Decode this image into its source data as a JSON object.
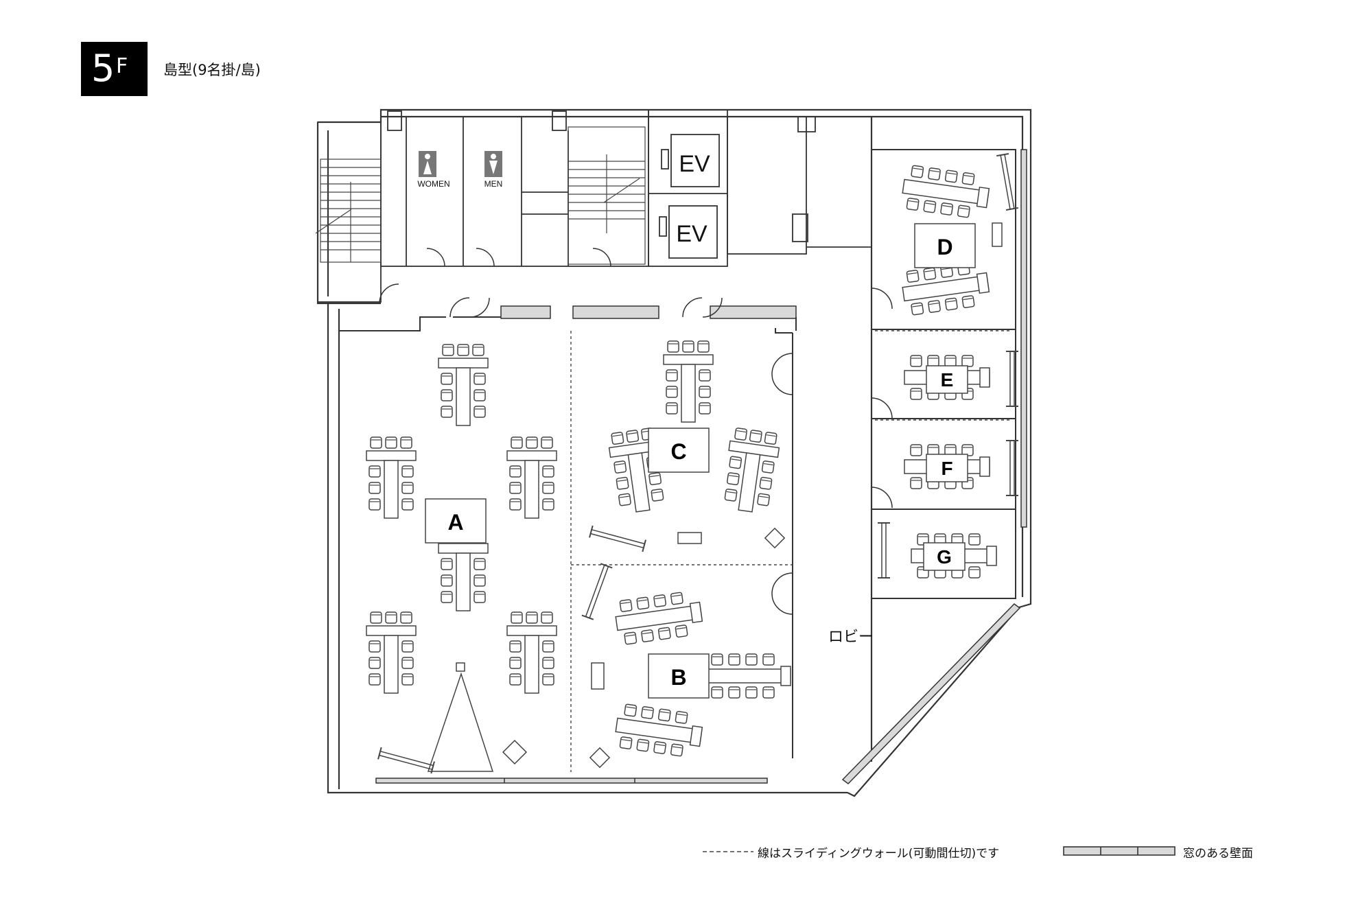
{
  "header": {
    "floor_number": "5",
    "floor_unit": "F",
    "layout_title": "島型(9名掛/島)"
  },
  "rooms": [
    "A",
    "B",
    "C",
    "D",
    "E",
    "F",
    "G"
  ],
  "lobby_label": "ロビー",
  "elevators": [
    "EV",
    "EV"
  ],
  "restrooms": {
    "women": "WOMEN",
    "men": "MEN"
  },
  "legend": {
    "sliding_wall": "線はスライディングウォール(可動間仕切)です",
    "window_wall": "窓のある壁面"
  },
  "icons": [
    "women-restroom-icon",
    "men-restroom-icon",
    "stairs-icon",
    "table-chairs-icon",
    "projector-screen-icon",
    "whiteboard-icon"
  ],
  "colors": {
    "wall": "#333333",
    "window_fill": "#d9d9d9",
    "restroom_icon": "#777777"
  }
}
